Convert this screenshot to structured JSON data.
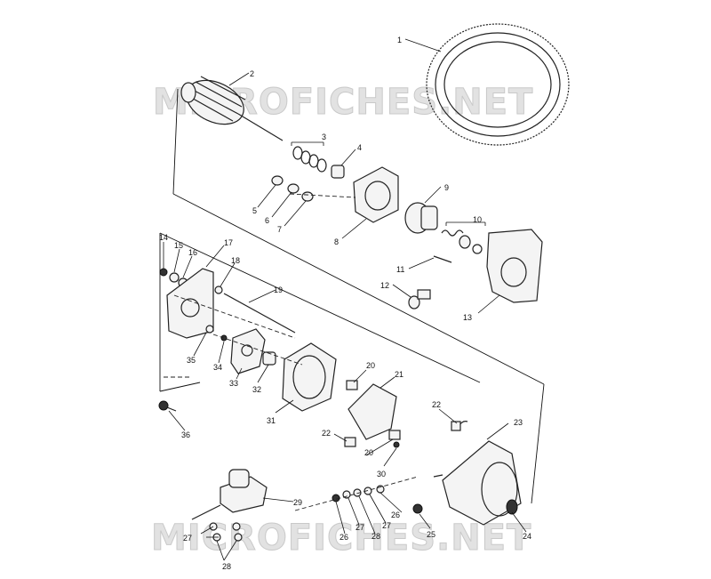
{
  "watermark": "MICROFICHES.NET",
  "callouts": [
    {
      "id": "1",
      "label": "1"
    },
    {
      "id": "2",
      "label": "2"
    },
    {
      "id": "3",
      "label": "3"
    },
    {
      "id": "4",
      "label": "4"
    },
    {
      "id": "5",
      "label": "5"
    },
    {
      "id": "6",
      "label": "6"
    },
    {
      "id": "7",
      "label": "7"
    },
    {
      "id": "8",
      "label": "8"
    },
    {
      "id": "9",
      "label": "9"
    },
    {
      "id": "10",
      "label": "10"
    },
    {
      "id": "11",
      "label": "11"
    },
    {
      "id": "12",
      "label": "12"
    },
    {
      "id": "13",
      "label": "13"
    },
    {
      "id": "14",
      "label": "14"
    },
    {
      "id": "15",
      "label": "15"
    },
    {
      "id": "16",
      "label": "16"
    },
    {
      "id": "17",
      "label": "17"
    },
    {
      "id": "18",
      "label": "18"
    },
    {
      "id": "19",
      "label": "19"
    },
    {
      "id": "20a",
      "label": "20"
    },
    {
      "id": "20b",
      "label": "20"
    },
    {
      "id": "21",
      "label": "21"
    },
    {
      "id": "22a",
      "label": "22"
    },
    {
      "id": "22b",
      "label": "22"
    },
    {
      "id": "23",
      "label": "23"
    },
    {
      "id": "24",
      "label": "24"
    },
    {
      "id": "25",
      "label": "25"
    },
    {
      "id": "26a",
      "label": "26"
    },
    {
      "id": "26b",
      "label": "26"
    },
    {
      "id": "27a",
      "label": "27"
    },
    {
      "id": "27b",
      "label": "27"
    },
    {
      "id": "27c",
      "label": "27"
    },
    {
      "id": "28a",
      "label": "28"
    },
    {
      "id": "28b",
      "label": "28"
    },
    {
      "id": "29",
      "label": "29"
    },
    {
      "id": "30",
      "label": "30"
    },
    {
      "id": "31",
      "label": "31"
    },
    {
      "id": "32",
      "label": "32"
    },
    {
      "id": "33",
      "label": "33"
    },
    {
      "id": "34",
      "label": "34"
    },
    {
      "id": "35",
      "label": "35"
    },
    {
      "id": "36",
      "label": "36"
    }
  ]
}
